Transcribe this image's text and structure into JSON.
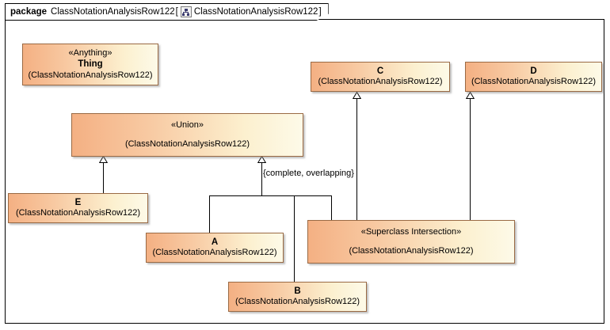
{
  "package": {
    "keyword": "package",
    "name": "ClassNotationAnalysisRow122",
    "bracket_open": "[",
    "bracket_close": "]",
    "diagram_name": "ClassNotationAnalysisRow122",
    "icon": "class-diagram-icon"
  },
  "qualifier": "(ClassNotationAnalysisRow122)",
  "classes": [
    {
      "id": "thing",
      "stereotype": "«Anything»",
      "name": "Thing",
      "qualifier": "(ClassNotationAnalysisRow122)"
    },
    {
      "id": "c",
      "stereotype": "",
      "name": "C",
      "qualifier": "(ClassNotationAnalysisRow122)"
    },
    {
      "id": "d",
      "stereotype": "",
      "name": "D",
      "qualifier": "(ClassNotationAnalysisRow122)"
    },
    {
      "id": "union",
      "stereotype": "«Union»",
      "name": "",
      "qualifier": "(ClassNotationAnalysisRow122)"
    },
    {
      "id": "e",
      "stereotype": "",
      "name": "E",
      "qualifier": "(ClassNotationAnalysisRow122)"
    },
    {
      "id": "a",
      "stereotype": "",
      "name": "A",
      "qualifier": "(ClassNotationAnalysisRow122)"
    },
    {
      "id": "superclass_intersection",
      "stereotype": "«Superclass Intersection»",
      "name": "",
      "qualifier": "(ClassNotationAnalysisRow122)"
    },
    {
      "id": "b",
      "stereotype": "",
      "name": "B",
      "qualifier": "(ClassNotationAnalysisRow122)"
    }
  ],
  "generalizations": [
    {
      "from": "e",
      "to": "union",
      "label": ""
    },
    {
      "from": "a",
      "to": "union",
      "label": "{complete, overlapping}"
    },
    {
      "from": "b",
      "to": "union",
      "label": ""
    },
    {
      "from": "superclass_intersection",
      "to": "union",
      "label": ""
    },
    {
      "from": "superclass_intersection",
      "to": "c",
      "label": ""
    },
    {
      "from": "superclass_intersection",
      "to": "d",
      "label": ""
    }
  ],
  "constraint_label": "{complete, overlapping}",
  "colors": {
    "box_fill_left": "#f4b083",
    "box_fill_right": "#fdfae8",
    "box_border": "#9a6a44",
    "line": "#000000",
    "frame_border": "#000000",
    "background": "#ffffff"
  }
}
